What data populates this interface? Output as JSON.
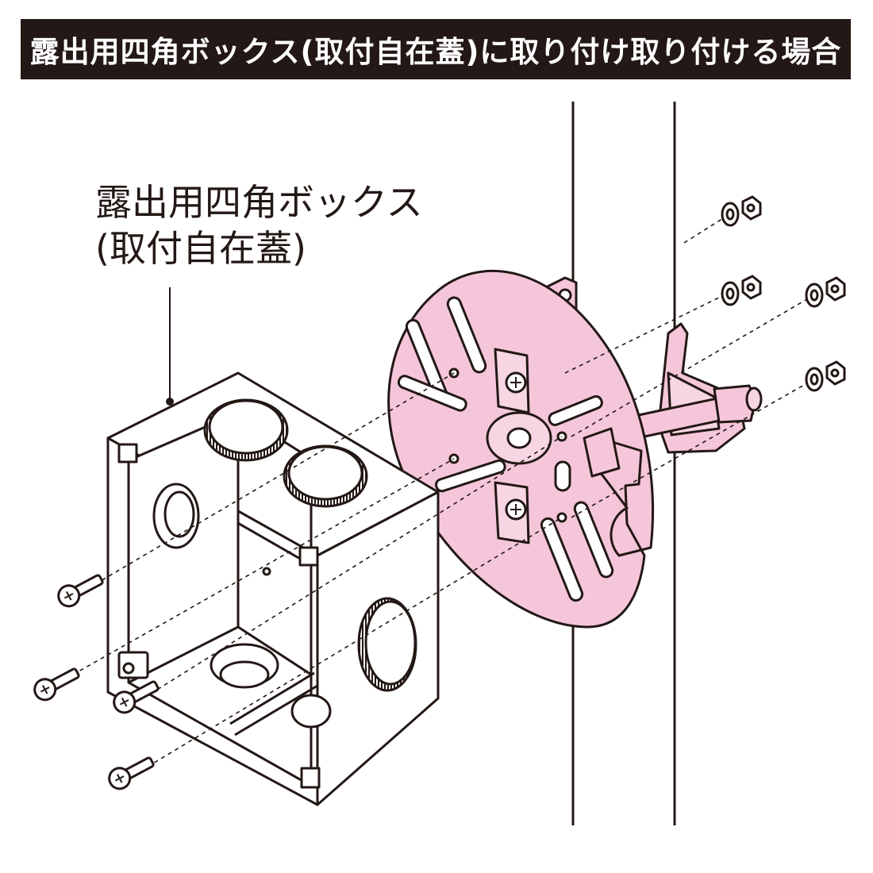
{
  "header": {
    "title": "露出用四角ボックス(取付自在蓋)に取り付け取り付ける場合"
  },
  "callout": {
    "line1": "露出用四角ボックス",
    "line2": "(取付自在蓋)"
  },
  "colors": {
    "header_bg": "#231815",
    "header_text": "#ffffff",
    "line": "#231815",
    "plate_fill": "#f5c6d9"
  }
}
